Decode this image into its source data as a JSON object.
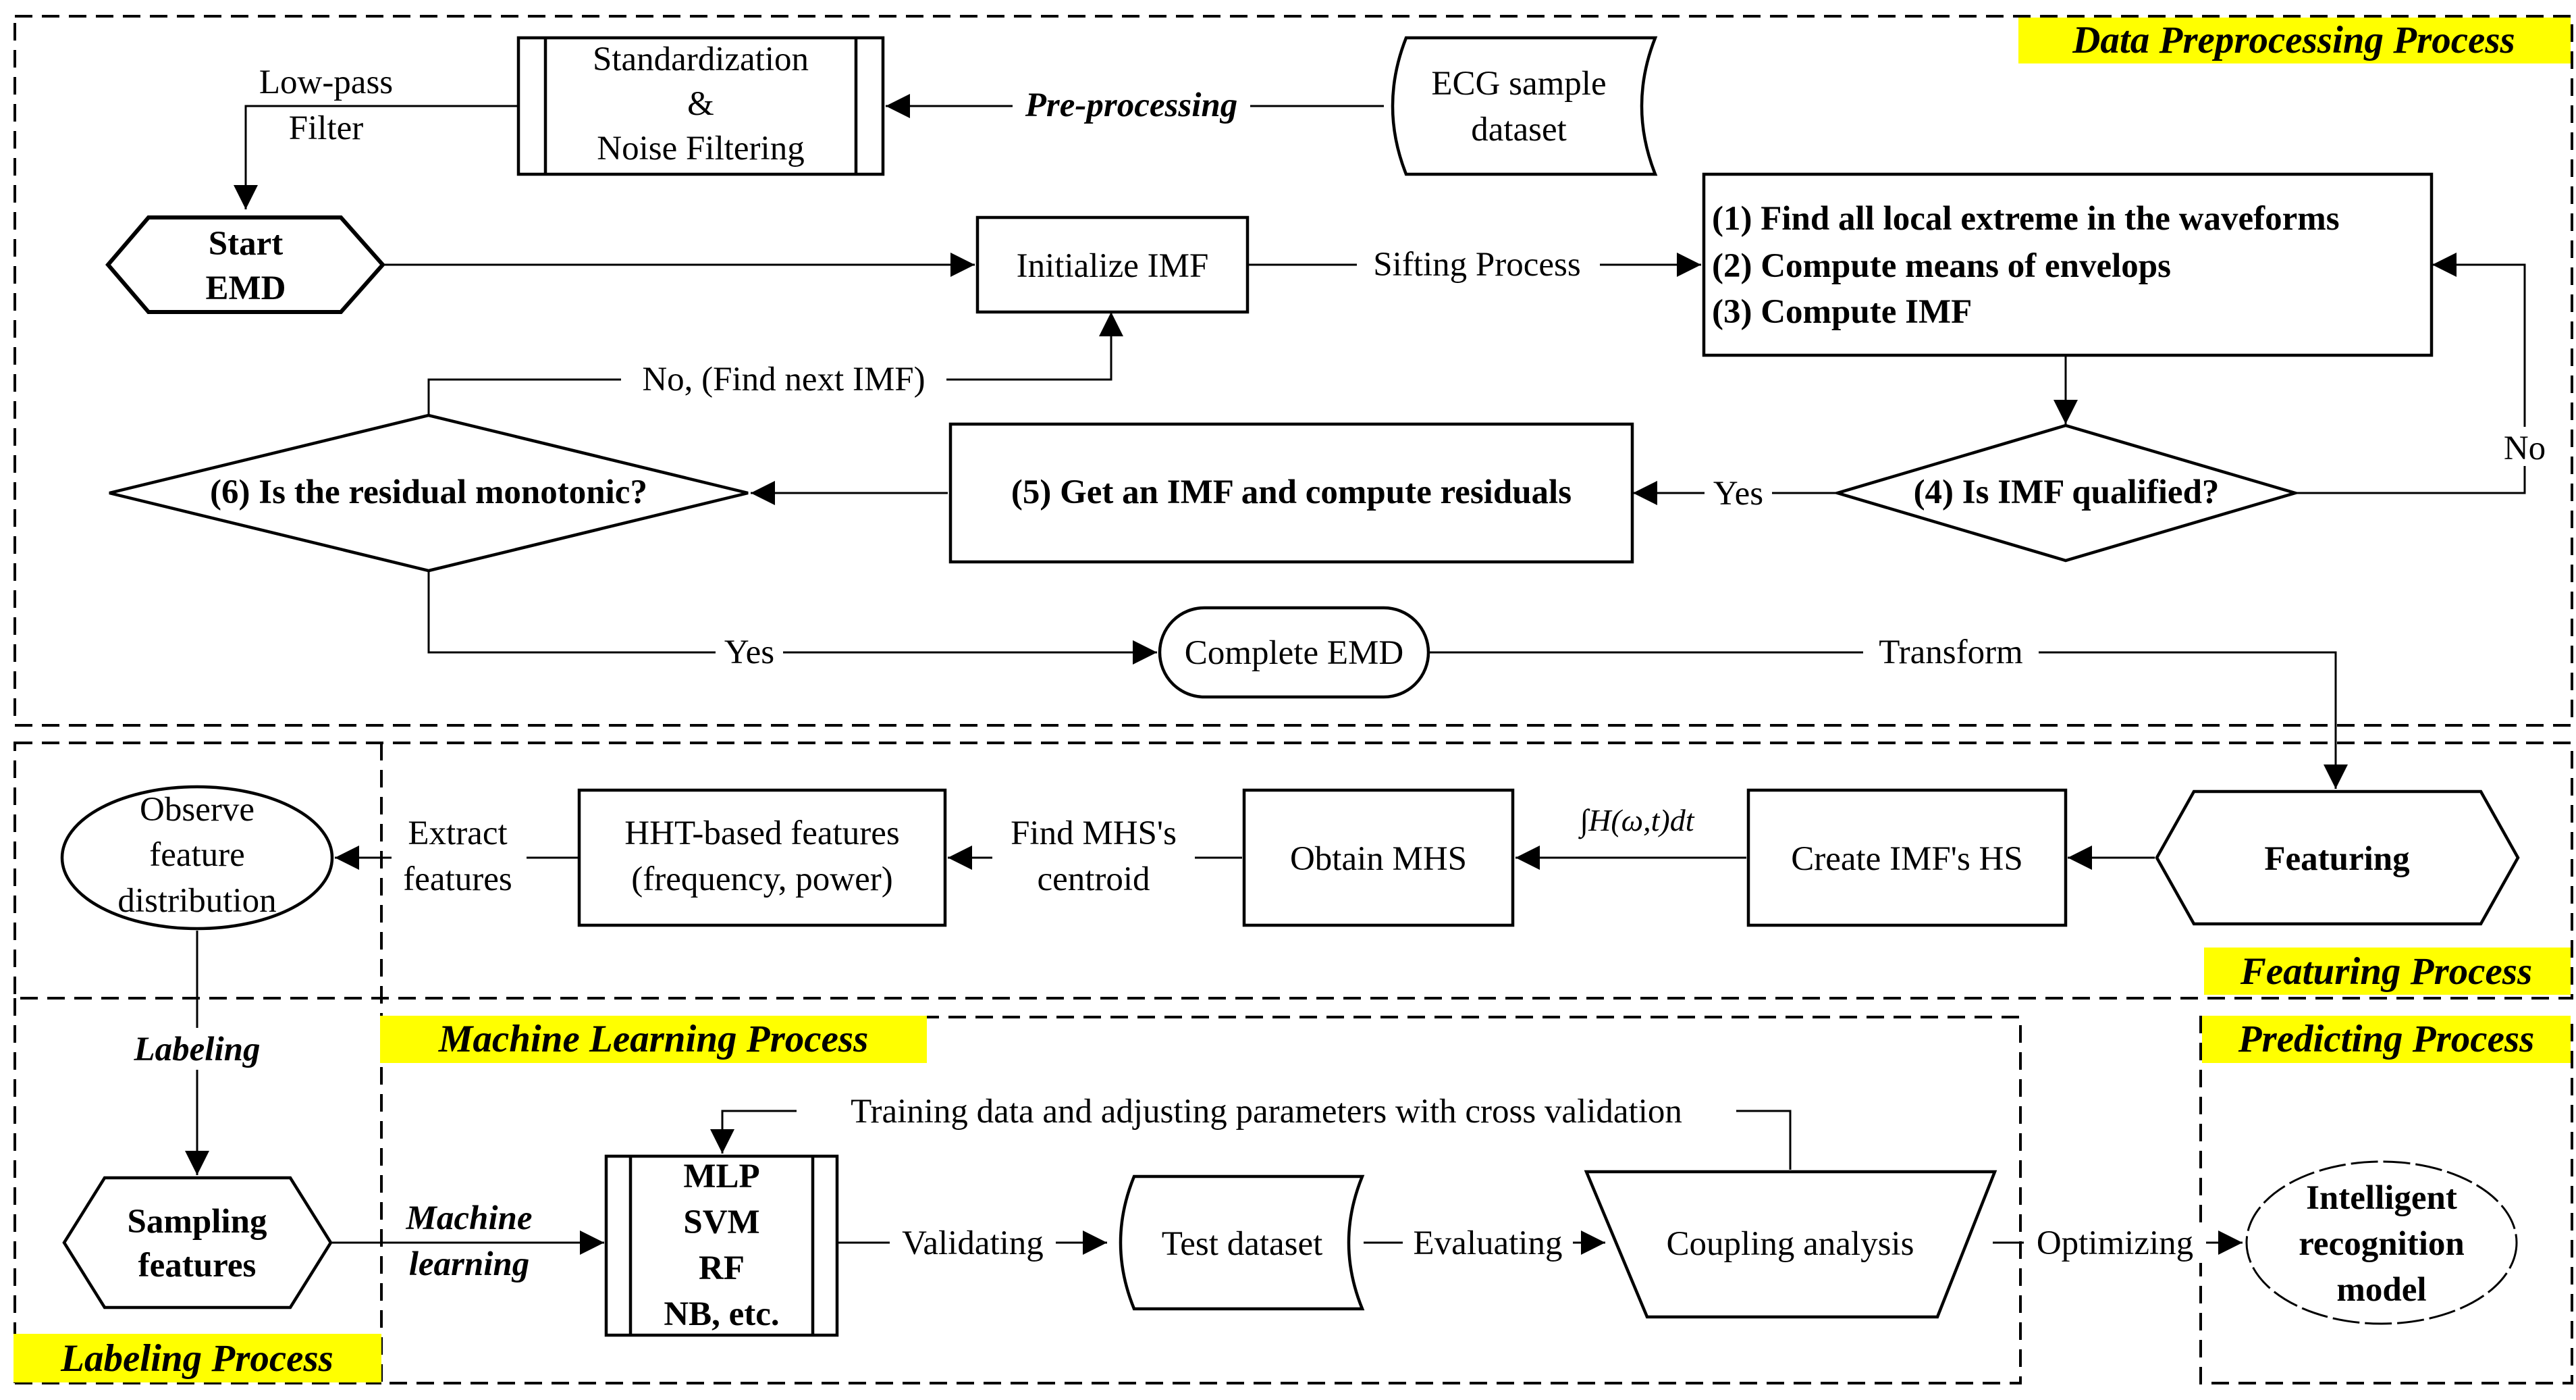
{
  "colors": {
    "section_highlight": "#ffff00",
    "stroke": "#000000",
    "background": "#ffffff"
  },
  "sections": {
    "data_preprocessing": "Data Preprocessing Process",
    "featuring": "Featuring Process",
    "labeling": "Labeling Process",
    "machine_learning": "Machine Learning Process",
    "predicting": "Predicting Process"
  },
  "nodes": {
    "ecg_dataset": [
      "ECG sample",
      "dataset"
    ],
    "standardization": [
      "Standardization",
      "&",
      "Noise Filtering"
    ],
    "start_emd": [
      "Start",
      "EMD"
    ],
    "initialize_imf": "Initialize IMF",
    "sifting_steps": [
      "(1) Find all local extreme in the waveforms",
      "(2) Compute means of envelops",
      "(3) Compute IMF"
    ],
    "is_imf_qualified": "(4) Is IMF qualified?",
    "get_imf": "(5) Get an IMF and compute residuals",
    "is_residual_monotonic": "(6) Is the residual monotonic?",
    "complete_emd": "Complete EMD",
    "featuring": "Featuring",
    "create_imf_hs": "Create IMF's HS",
    "obtain_mhs": "Obtain MHS",
    "hht_features": [
      "HHT-based features",
      "(frequency, power)"
    ],
    "observe_distribution": [
      "Observe",
      "feature",
      "distribution"
    ],
    "sampling_features": [
      "Sampling",
      "features"
    ],
    "models": [
      "MLP",
      "SVM",
      "RF",
      "NB, etc."
    ],
    "test_dataset": "Test dataset",
    "coupling_analysis": "Coupling analysis",
    "intelligent_model": [
      "Intelligent",
      "recognition",
      "model"
    ]
  },
  "edges": {
    "pre_processing": "Pre-processing",
    "low_pass_filter": [
      "Low-pass",
      "Filter"
    ],
    "sifting_process": "Sifting Process",
    "no_right": "No",
    "yes_mid": "Yes",
    "no_find_next": "No, (Find next IMF)",
    "yes_bottom": "Yes",
    "transform": "Transform",
    "integral": "∫H(ω,t)dt",
    "find_mhs_centroid": [
      "Find MHS's",
      "centroid"
    ],
    "extract_features": [
      "Extract",
      "features"
    ],
    "labeling": "Labeling",
    "machine_learning": [
      "Machine",
      "learning"
    ],
    "training_data": "Training data and adjusting parameters with cross validation",
    "validating": "Validating",
    "evaluating": "Evaluating",
    "optimizing": "Optimizing"
  }
}
